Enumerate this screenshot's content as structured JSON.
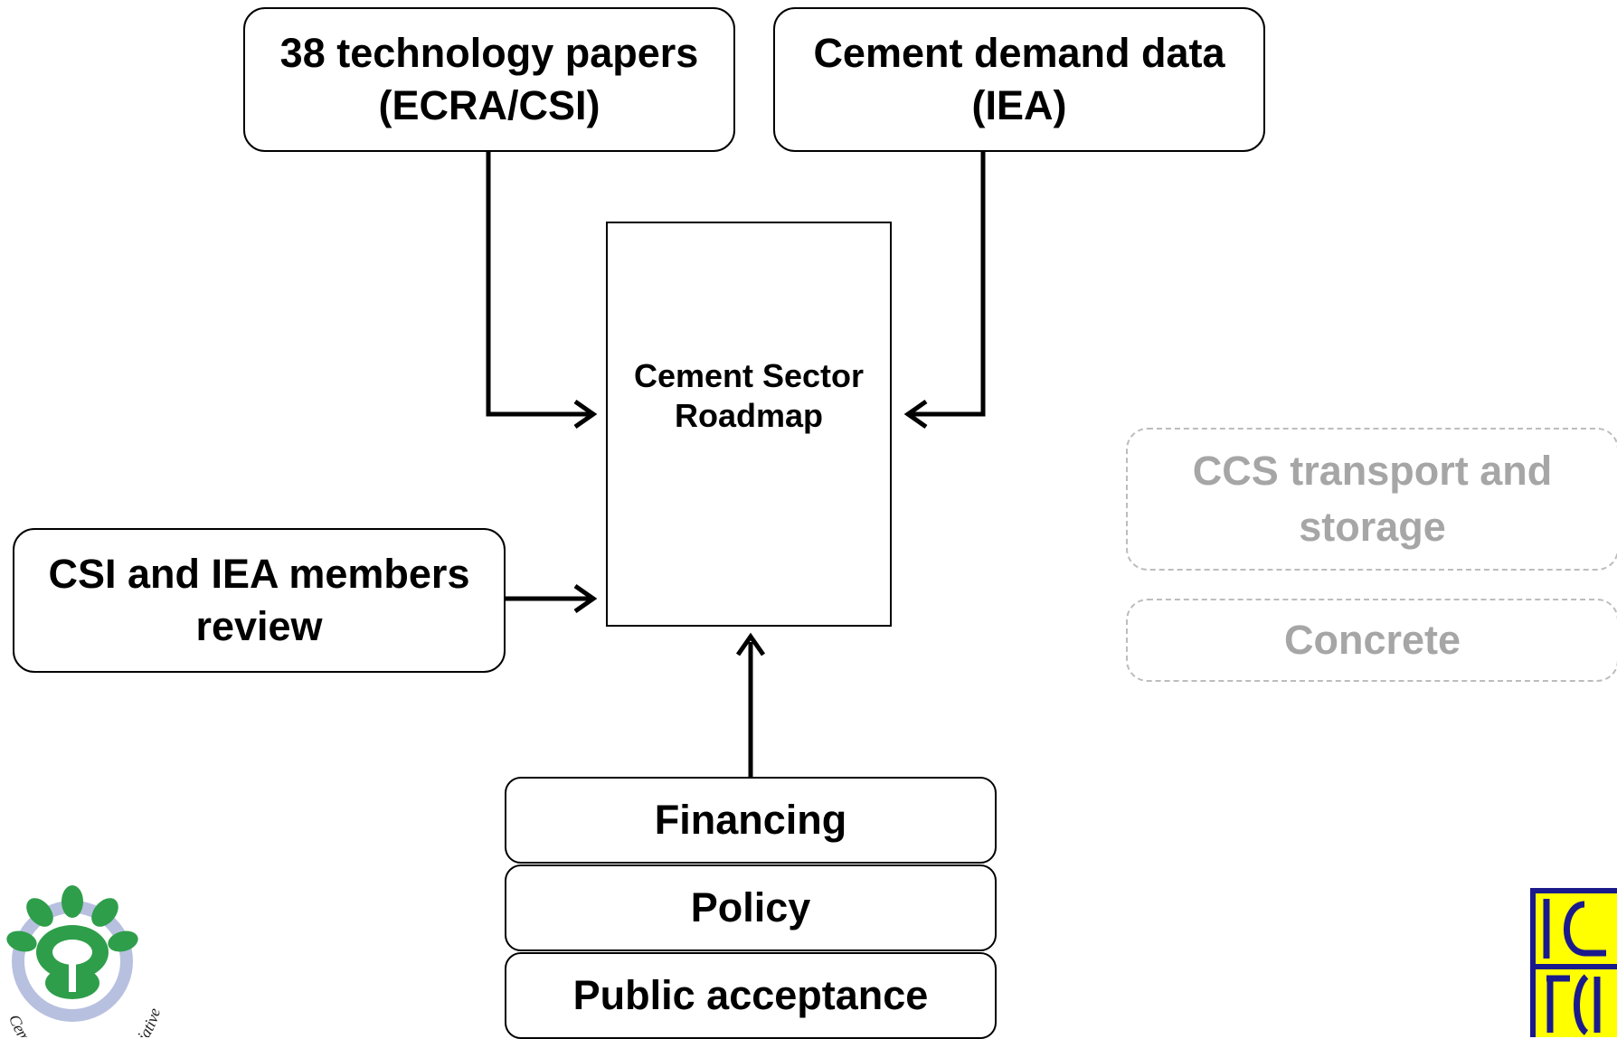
{
  "diagram": {
    "sources": {
      "tech_papers": "38 technology papers\n(ECRA/CSI)",
      "demand_data": "Cement demand data\n(IEA)",
      "review": "CSI and IEA members\nreview"
    },
    "center": "Cement Sector\nRoadmap",
    "enablers": [
      "Financing",
      "Policy",
      "Public acceptance"
    ],
    "future_items": [
      "CCS transport and\nstorage",
      "Concrete"
    ]
  },
  "logos": {
    "csi_logo_text": "Cement Sustainability Initiative"
  },
  "colors": {
    "line": "#000000",
    "dashed_border": "#bdbdbd",
    "dashed_text": "#a6a6a6",
    "csi_green": "#2e9e4a",
    "csi_gear": "#b8c0e0",
    "iea_yellow": "#ffff00",
    "iea_blue": "#1a1a8c"
  }
}
